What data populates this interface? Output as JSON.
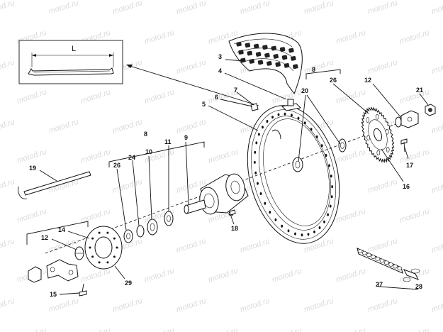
{
  "watermark": "motod.ru",
  "inset": {
    "dimension_label": "L"
  },
  "groups": [
    {
      "id": "group-8-top",
      "label": "8"
    },
    {
      "id": "group-8-mid",
      "label": "8"
    }
  ],
  "callouts": [
    {
      "id": "3",
      "label": "3"
    },
    {
      "id": "4",
      "label": "4"
    },
    {
      "id": "5",
      "label": "5"
    },
    {
      "id": "6",
      "label": "6"
    },
    {
      "id": "7",
      "label": "7"
    },
    {
      "id": "9",
      "label": "9"
    },
    {
      "id": "10",
      "label": "10"
    },
    {
      "id": "11",
      "label": "11"
    },
    {
      "id": "12a",
      "label": "12"
    },
    {
      "id": "12b",
      "label": "12"
    },
    {
      "id": "14",
      "label": "14"
    },
    {
      "id": "15",
      "label": "15"
    },
    {
      "id": "16",
      "label": "16"
    },
    {
      "id": "17",
      "label": "17"
    },
    {
      "id": "18",
      "label": "18"
    },
    {
      "id": "19",
      "label": "19"
    },
    {
      "id": "20",
      "label": "20"
    },
    {
      "id": "21",
      "label": "21"
    },
    {
      "id": "24",
      "label": "24"
    },
    {
      "id": "26a",
      "label": "26"
    },
    {
      "id": "26b",
      "label": "26"
    },
    {
      "id": "27",
      "label": "27"
    },
    {
      "id": "28",
      "label": "28"
    },
    {
      "id": "29",
      "label": "29"
    }
  ]
}
